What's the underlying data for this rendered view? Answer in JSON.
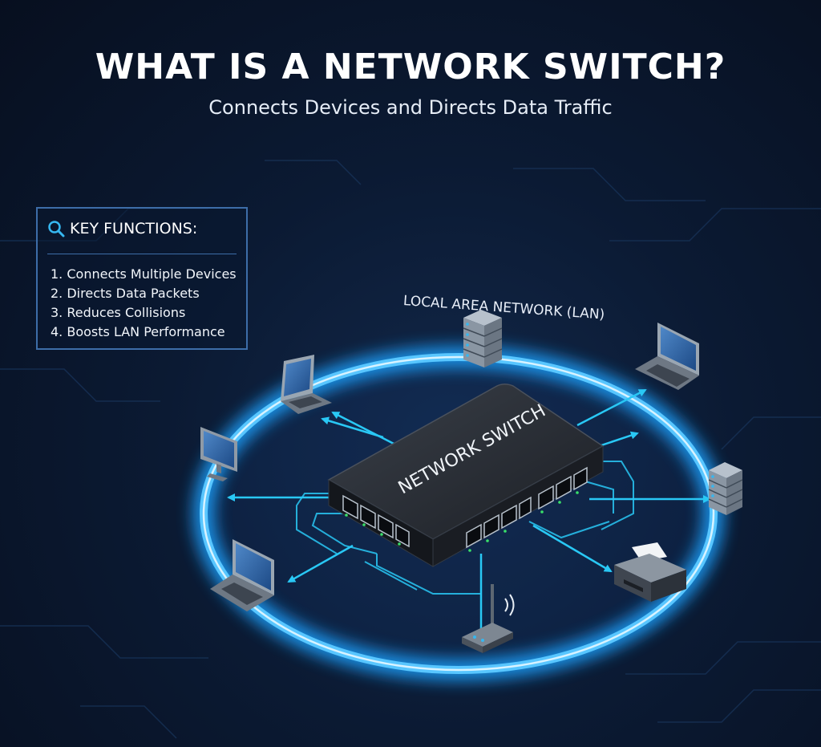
{
  "header": {
    "title": "WHAT IS A NETWORK SWITCH?",
    "subtitle": "Connects Devices and Directs Data Traffic"
  },
  "key_functions": {
    "heading": "KEY FUNCTIONS:",
    "items": [
      "1. Connects Multiple Devices",
      "2. Directs Data Packets",
      "3. Reduces Collisions",
      "4. Boosts LAN Performance"
    ]
  },
  "diagram": {
    "network_label": "LOCAL AREA NETWORK (LAN)",
    "switch_label": "NETWORK SWITCH",
    "devices": [
      "laptop",
      "laptop",
      "laptop",
      "monitor",
      "server",
      "server",
      "printer",
      "wireless-router"
    ]
  },
  "colors": {
    "background": "#0b1a33",
    "ring_glow": "#1fa2ff",
    "arrow": "#29c8f5",
    "switch_body": "#1e2229",
    "panel_border": "#3d6da8",
    "icon_accent": "#36b7f0"
  }
}
